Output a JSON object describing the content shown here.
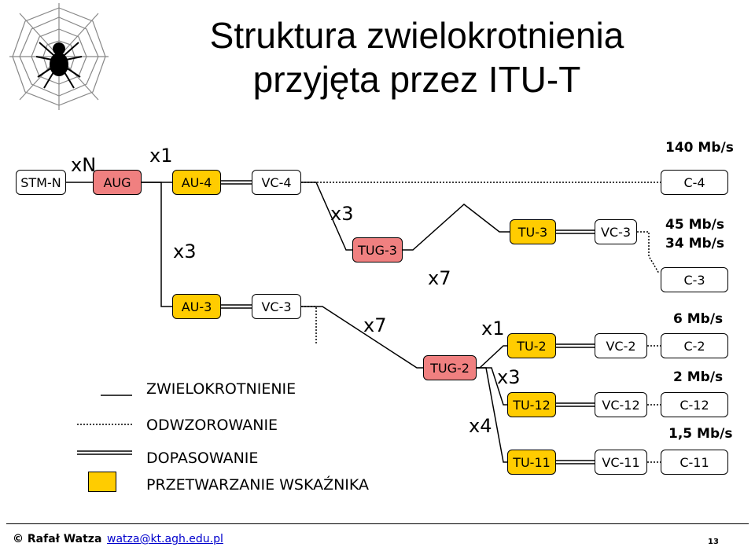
{
  "title": {
    "line1": "Struktura zwielokrotnienia",
    "line2": "przyjęta przez ITU-T"
  },
  "boxes": {
    "stmn": "STM-N",
    "aug": "AUG",
    "au4": "AU-4",
    "vc4": "VC-4",
    "c4": "C-4",
    "tug3": "TUG-3",
    "tu3": "TU-3",
    "vc3a": "VC-3",
    "c3": "C-3",
    "au3": "AU-3",
    "vc3b": "VC-3",
    "tug2": "TUG-2",
    "tu2": "TU-2",
    "vc2": "VC-2",
    "c2": "C-2",
    "tu12": "TU-12",
    "vc12": "VC-12",
    "c12": "C-12",
    "tu11": "TU-11",
    "vc11": "VC-11",
    "c11": "C-11"
  },
  "multipliers": {
    "xn": "xN",
    "x1_top": "x1",
    "x3_left": "x3",
    "x3_top": "x3",
    "x7_mid": "x7",
    "x7_low": "x7",
    "x1_mid": "x1",
    "x3_mid": "x3",
    "x4": "x4"
  },
  "rates": {
    "r140": "140 Mb/s",
    "r45": "45 Mb/s",
    "r34": "34 Mb/s",
    "r6": "6 Mb/s",
    "r2": "2 Mb/s",
    "r15": "1,5 Mb/s"
  },
  "legend": {
    "multiplexing": "ZWIELOKROTNIENIE",
    "mapping": "ODWZOROWANIE",
    "aligning": "DOPASOWANIE",
    "pointer": "PRZETWARZANIE WSKAŹNIKA"
  },
  "footer": {
    "author": "© Rafał Watza",
    "email": "watza@kt.agh.edu.pl",
    "page": "13"
  },
  "colors": {
    "pink": "#f08080",
    "yellow": "#ffcc00"
  },
  "icons": {
    "logo": "spider-web-icon"
  }
}
